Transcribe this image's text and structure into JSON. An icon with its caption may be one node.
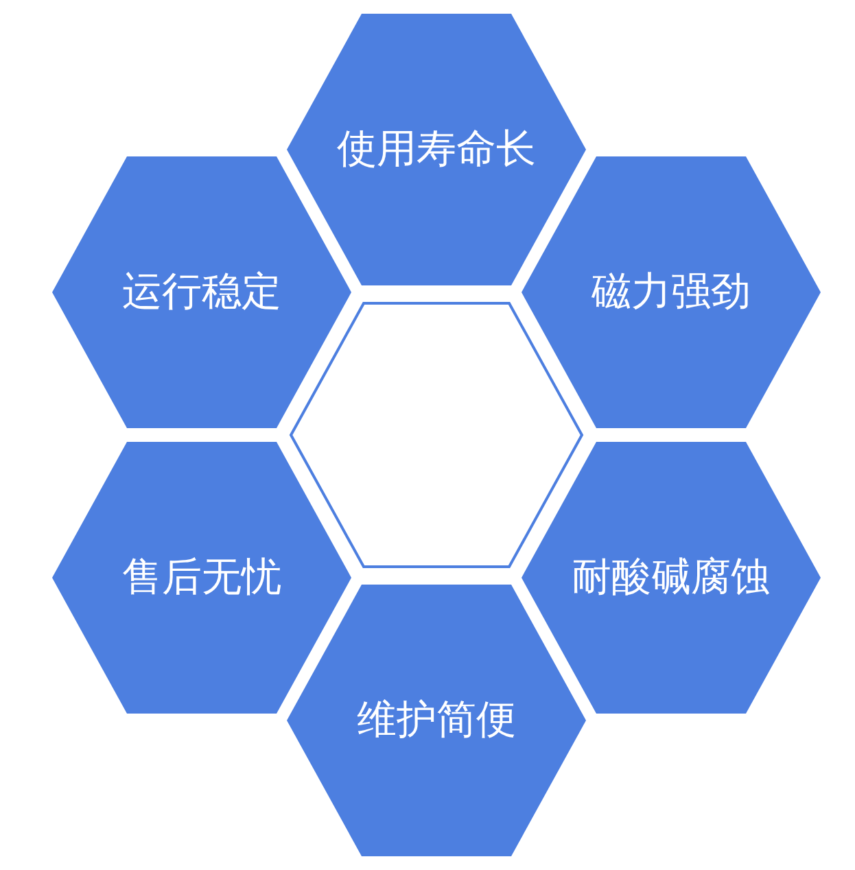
{
  "diagram": {
    "nodes": [
      {
        "text": [
          "使用寿命长"
        ]
      },
      {
        "text": [
          "运行稳定"
        ]
      },
      {
        "text": [
          "磁力强劲"
        ]
      },
      {
        "text": [],
        "shape": "hexagon"
      },
      {
        "text": [
          "售后无忧"
        ]
      },
      {
        "text": [
          "耐酸碱腐蚀"
        ]
      },
      {
        "text": [
          "维护简便"
        ]
      }
    ]
  }
}
